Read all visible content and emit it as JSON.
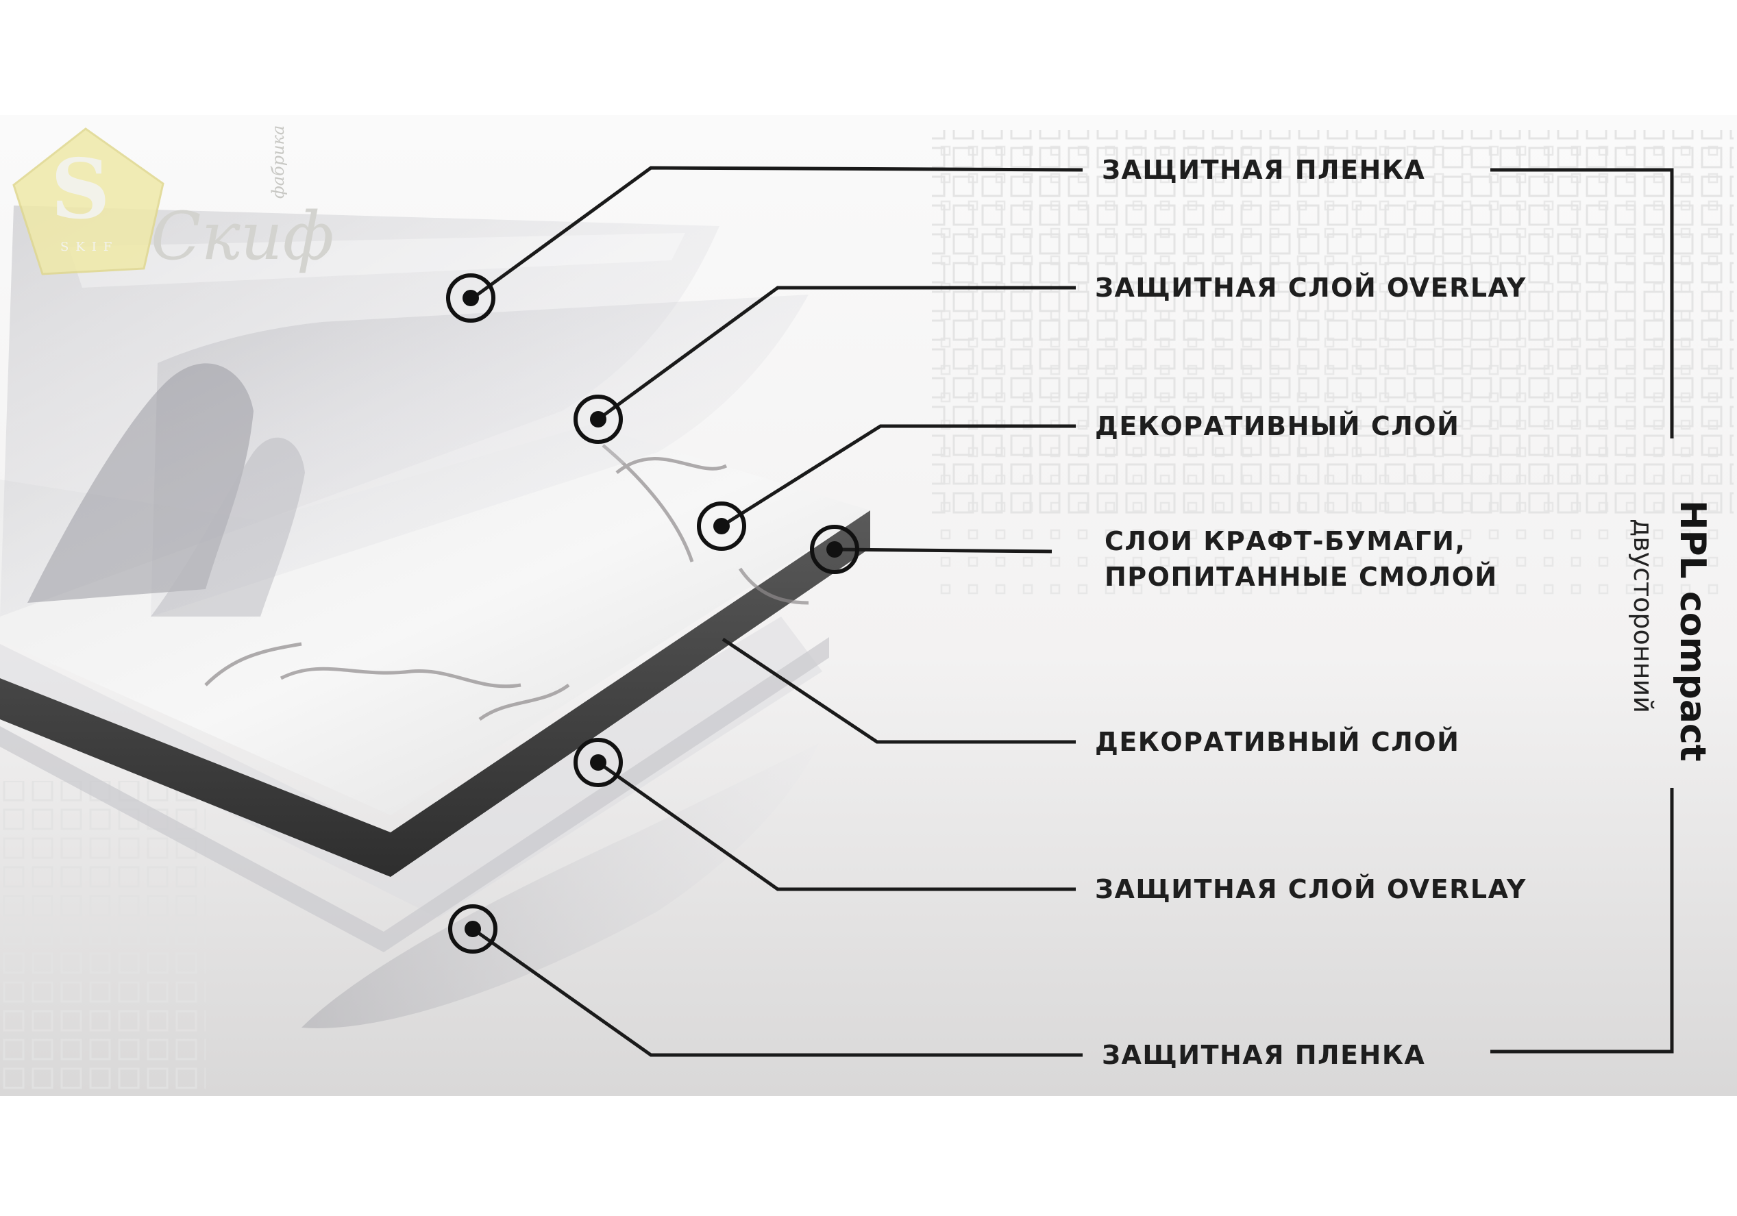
{
  "logo": {
    "letter": "S",
    "small_text": "SKIF",
    "script_text": "Скиф",
    "caption": "фабрика"
  },
  "labels": [
    "ЗАЩИТНАЯ ПЛЕНКА",
    "ЗАЩИТНАЯ СЛОЙ OVERLAY",
    "ДЕКОРАТИВНЫЙ СЛОЙ",
    "СЛОИ КРАФТ-БУМАГИ, ПРОПИТАННЫЕ СМОЛОЙ",
    "ДЕКОРАТИВНЫЙ СЛОЙ",
    "ЗАЩИТНАЯ СЛОЙ OVERLAY",
    "ЗАЩИТНАЯ ПЛЕНКА"
  ],
  "bracket": {
    "title": "HPL compact",
    "subtitle": "двусторонний"
  },
  "colors": {
    "line": "#1a1a1a",
    "logo_fill": "#efe9a8",
    "board_edge": "#4a4a4a"
  }
}
